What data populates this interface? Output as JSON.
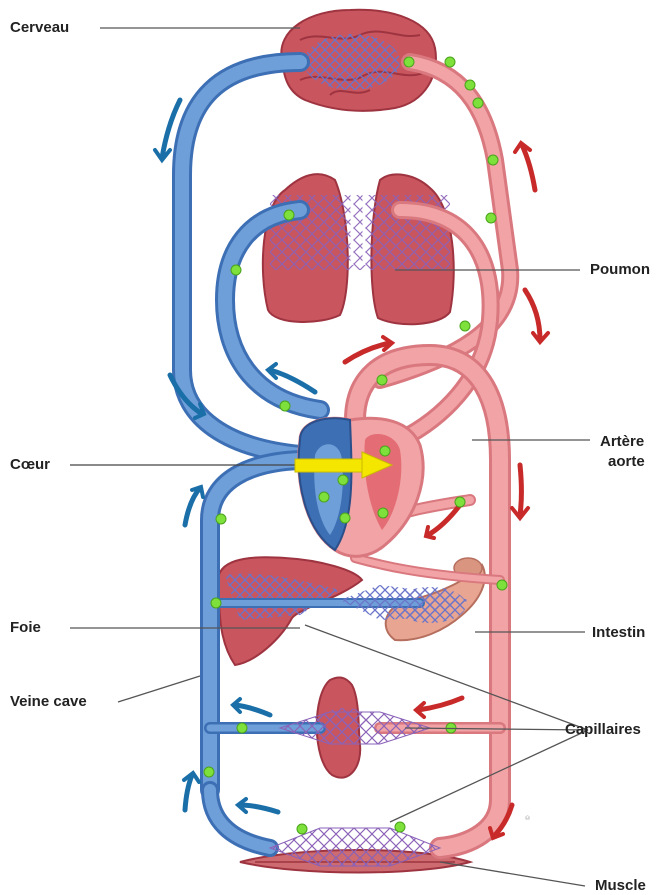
{
  "labels": {
    "cerveau": "Cerveau",
    "poumon": "Poumon",
    "coeur": "Cœur",
    "artere_line1": "Artère",
    "artere_line2": "aorte",
    "foie": "Foie",
    "intestin": "Intestin",
    "veine_cave": "Veine cave",
    "capillaires": "Capillaires",
    "muscle": "Muscle"
  },
  "colors": {
    "vein": "#6f9fd8",
    "vein_dark": "#3d6fb5",
    "artery": "#f1a3a6",
    "artery_dark": "#d9787e",
    "organ": "#c9555f",
    "organ_dark": "#9e3440",
    "arrow_blue": "#1a6fa8",
    "arrow_red": "#c82a2a",
    "dot": "#7ee03a",
    "pointer": "#f5e600"
  }
}
